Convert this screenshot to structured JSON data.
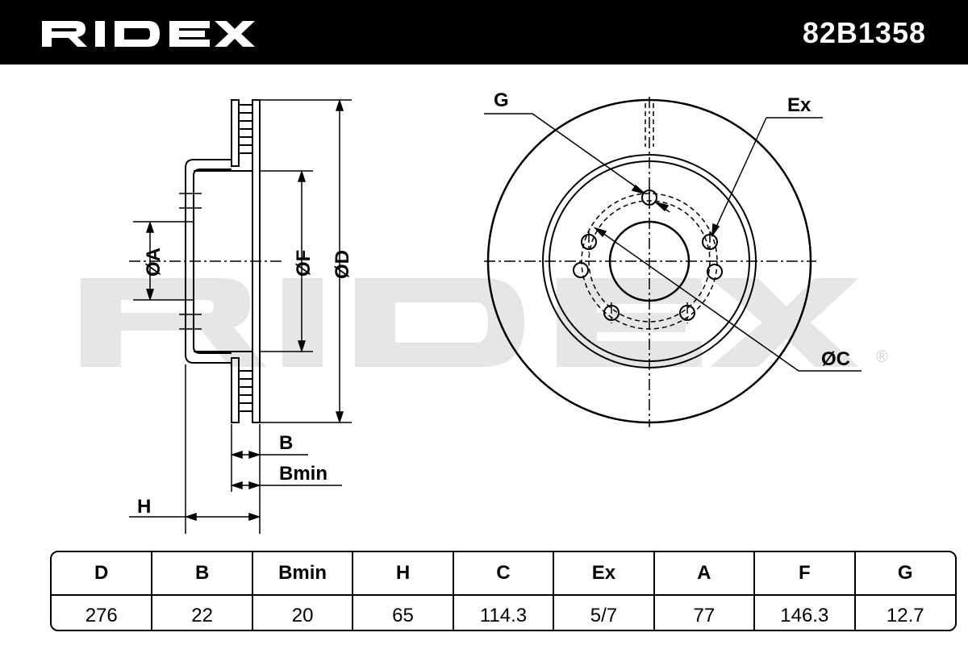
{
  "header": {
    "brand": "RIDEX",
    "part_number": "82B1358"
  },
  "drawing": {
    "watermark": "RIDEX",
    "registered_mark": "®",
    "labels": {
      "A": "ØA",
      "F": "ØF",
      "D": "ØD",
      "B": "B",
      "Bmin": "Bmin",
      "H": "H",
      "G": "G",
      "Ex": "Ex",
      "C": "ØC"
    }
  },
  "table": {
    "headers": [
      "D",
      "B",
      "Bmin",
      "H",
      "C",
      "Ex",
      "A",
      "F",
      "G"
    ],
    "values": [
      "276",
      "22",
      "20",
      "65",
      "114.3",
      "5/7",
      "77",
      "146.3",
      "12.7"
    ]
  }
}
